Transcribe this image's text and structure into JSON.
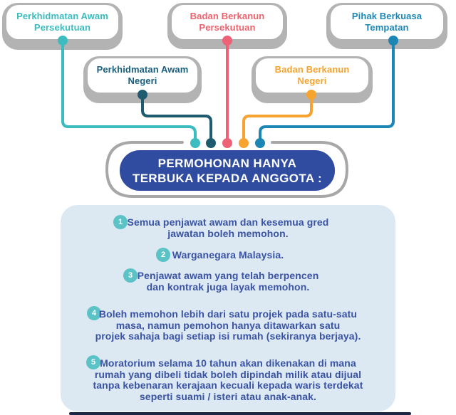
{
  "org_boxes": [
    {
      "id": "perkhidmatan-awam-persekutuan",
      "label": "Perkhidmatan Awam\nPersekutuan",
      "color": "#3bbcbf"
    },
    {
      "id": "badan-berkanun-persekutuan",
      "label": "Badan Berkanun\nPersekutuan",
      "color": "#f0616e"
    },
    {
      "id": "pihak-berkuasa-tempatan",
      "label": "Pihak Berkuasa\nTempatan",
      "color": "#1c87b5"
    },
    {
      "id": "perkhidmatan-awam-negeri",
      "label": "Perkhidmatan Awam\nNegeri",
      "color": "#175f7f"
    },
    {
      "id": "badan-berkanun-negeri",
      "label": "Badan Berkanun\nNegeri",
      "color": "#f6a42f"
    }
  ],
  "connectors": {
    "teal": "#3dbcbf",
    "dark_teal": "#1f5b6f",
    "pink": "#ee6277",
    "orange": "#f6a42f",
    "blue": "#1c87b5",
    "outline_gray": "#a7a7a7",
    "box_shadow_gray": "#b3b3b3"
  },
  "center_banner": {
    "text": "PERMOHONAN HANYA\nTERBUKA KEPADA ANGGOTA :",
    "background": "#2f4ca0",
    "text_color": "#ffffff"
  },
  "panel": {
    "background": "#dce9f2",
    "bullet_color": "#5bc2c6",
    "text_color": "#3a53a5",
    "items": [
      {
        "number": "1",
        "text": "Semua penjawat awam dan kesemua gred\njawatan boleh memohon."
      },
      {
        "number": "2",
        "text": "Warganegara Malaysia."
      },
      {
        "number": "3",
        "text": "Penjawat awam yang telah berpencen\ndan kontrak juga layak memohon."
      },
      {
        "number": "4",
        "text": "Boleh memohon lebih dari satu projek pada satu-satu\nmasa, namun pemohon hanya ditawarkan satu\nprojek sahaja bagi setiap isi rumah (sekiranya berjaya)."
      },
      {
        "number": "5",
        "text": "Moratorium selama 10 tahun akan dikenakan di mana\nrumah yang dibeli tidak boleh dipindah milik atau dijual\ntanpa kebenaran kerajaan kecuali kepada waris terdekat\nseperti suami / isteri atau anak-anak."
      }
    ]
  }
}
